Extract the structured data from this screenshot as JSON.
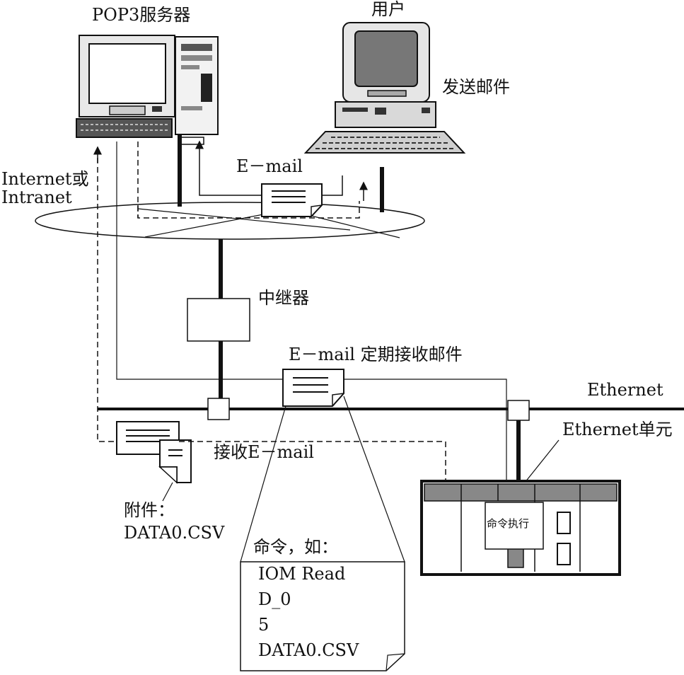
{
  "labels": {
    "pop3_server": "POP3服务器",
    "user": "用户",
    "send_mail": "发送邮件",
    "email_top": "E－mail",
    "internet_line1": "Internet或",
    "internet_line2": "Intranet",
    "repeater": "中继器",
    "email_periodic": "E－mail 定期接收邮件",
    "ethernet": "Ethernet",
    "ethernet_unit": "Ethernet单元",
    "receive_email": "接收E－mail",
    "attachment_line1": "附件：",
    "attachment_line2": "DATA0.CSV",
    "command_example": "命令，如：",
    "command_exec": "命令执行"
  },
  "command_lines": [
    "IOM Read",
    "D_0",
    "5",
    "DATA0.CSV"
  ]
}
